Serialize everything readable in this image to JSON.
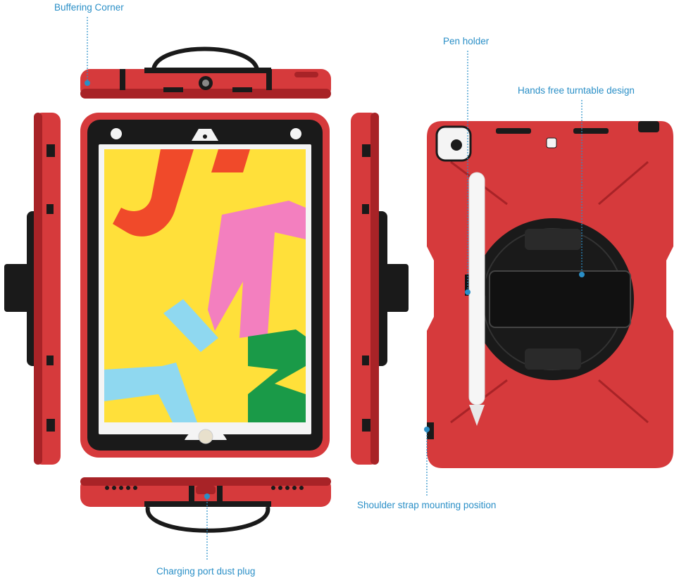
{
  "callouts": {
    "buffering_corner": "Buffering Corner",
    "pen_holder": "Pen holder",
    "hands_free": "Hands free turntable design",
    "shoulder_strap": "Shoulder strap mounting position",
    "charging_port": "Charging port dust plug"
  },
  "colors": {
    "case_red": "#d63a3c",
    "case_dark_red": "#a82327",
    "black": "#1a1a1a",
    "callout_blue": "#2a8fc7",
    "screen_yellow": "#ffe03a"
  },
  "screen_graphic": {
    "glyphs": [
      "J",
      "A",
      "7",
      "Z"
    ]
  }
}
